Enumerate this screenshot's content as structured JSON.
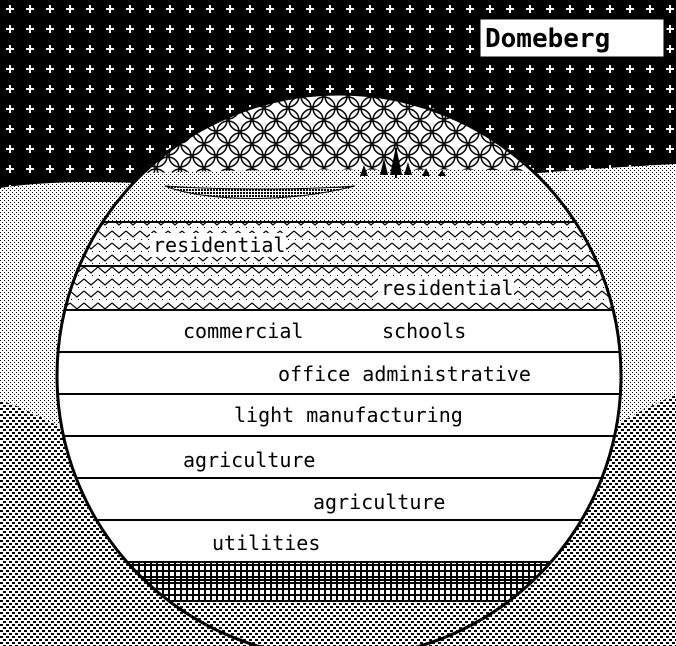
{
  "title": "Domeberg",
  "layers": [
    {
      "id": "res1",
      "label": "residential"
    },
    {
      "id": "res2",
      "label": "residential"
    },
    {
      "id": "commercial",
      "label": "commercial"
    },
    {
      "id": "schools",
      "label": "schools"
    },
    {
      "id": "office",
      "label": "office administrative"
    },
    {
      "id": "light",
      "label": "light manufacturing"
    },
    {
      "id": "ag1",
      "label": "agriculture"
    },
    {
      "id": "ag2",
      "label": "agriculture"
    },
    {
      "id": "utilities",
      "label": "utilities"
    }
  ],
  "colors": {
    "ink": "#000000",
    "paper": "#ffffff"
  }
}
